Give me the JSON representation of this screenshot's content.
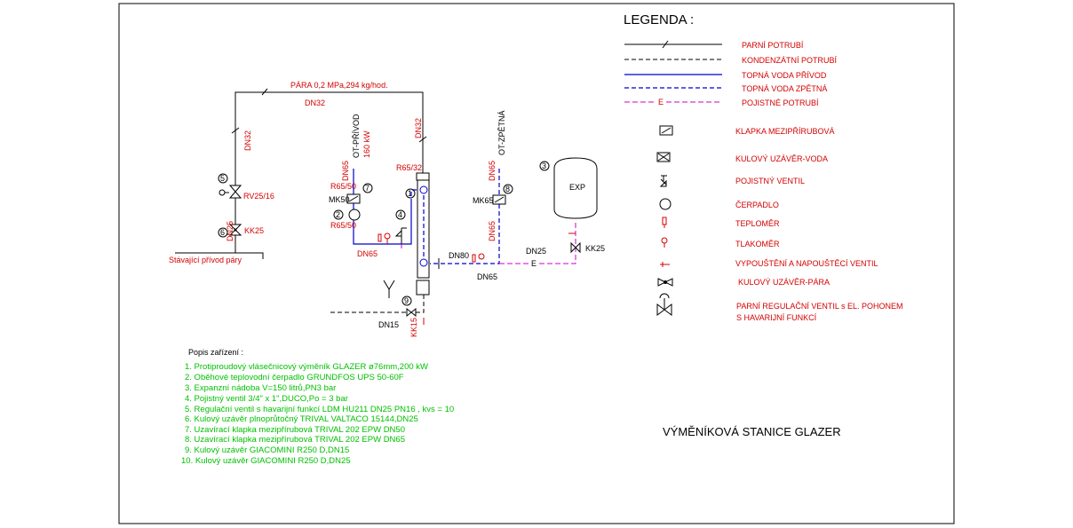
{
  "legend": {
    "title": "LEGENDA :",
    "lines": [
      {
        "label": "PARNÍ POTRUBÍ",
        "style": "steam"
      },
      {
        "label": "KONDENZÁTNÍ POTRUBÍ",
        "style": "condensate"
      },
      {
        "label": "TOPNÁ VODA PŘÍVOD",
        "style": "supply"
      },
      {
        "label": "TOPNÁ VODA ZPĚTNÁ",
        "style": "return"
      },
      {
        "label": "POJISTNÉ POTRUBÍ",
        "style": "safety",
        "marker": "E"
      }
    ],
    "symbols": [
      {
        "icon": "wafer-flap-icon",
        "label": "KLAPKA MEZIPŘÍRUBOVÁ"
      },
      {
        "icon": "ball-valve-water-icon",
        "label": "KULOVÝ UZÁVĚR-VODA"
      },
      {
        "icon": "safety-valve-icon",
        "label": "POJISTNÝ VENTIL"
      },
      {
        "icon": "pump-icon",
        "label": "ČERPADLO"
      },
      {
        "icon": "thermometer-icon",
        "label": "TEPLOMĚR"
      },
      {
        "icon": "pressure-gauge-icon",
        "label": "TLAKOMĚR"
      },
      {
        "icon": "drain-fill-valve-icon",
        "label": "VYPOUŠTĚNÍ A NAPOUŠTĚCÍ VENTIL"
      },
      {
        "icon": "ball-valve-steam-icon",
        "label": "KULOVÝ UZÁVĚR-PÁRA"
      },
      {
        "icon": "regulating-valve-icon",
        "label": "PARNÍ REGULAČNÍ VENTIL s EL. POHONEM",
        "label2": "S HAVARIJNÍ FUNKCÍ"
      }
    ]
  },
  "diagram": {
    "steam_header": "PÁRA 0,2 MPa,294 kg/hod.",
    "dn32_top": "DN32",
    "dn32_left": "DN32",
    "dn32_right": "DN32",
    "rv": "RV25/16",
    "kk25_left": "KK25",
    "dn25_left": "DN25",
    "existing_steam": "Stávající přívod páry",
    "ot_supply": "OT-PŘÍVOD",
    "power": "160 kW",
    "dn65_supply": "DN65",
    "r65_50_top": "R65/50",
    "mk50": "MK50",
    "r65_50_bot": "R65/50",
    "dn65_bottom": "DN65",
    "r65_32": "R65/32",
    "ot_return": "OT-ZPĚTNÁ",
    "dn65_ret_top": "DN65",
    "mk65": "MK65",
    "dn65_ret_mid": "DN65",
    "dn80": "DN80",
    "dn65_ret_bottom": "DN65",
    "dn25_exp": "DN25",
    "e_marker": "E",
    "exp": "EXP",
    "kk25_exp": "KK25",
    "dn15": "DN15",
    "kk15": "KK15",
    "numbers": [
      "1",
      "2",
      "3",
      "4",
      "5",
      "6",
      "7",
      "8",
      "9"
    ],
    "title": "VÝMĚNÍKOVÁ STANICE GLAZER"
  },
  "equipment": {
    "heading": "Popis zařízení :",
    "items": [
      "1.  Protiproudový vlásečnicový výměník GLAZER ø76mm,200 kW",
      "2.  Oběhové teplovodní čerpadlo GRUNDFOS UPS 50-60F",
      "3.  Expanzní nádoba V=150 litrů,PN3 bar",
      "4.  Pojistný ventil 3/4\" x 1\",DUCO,Po = 3 bar",
      "5.  Regulační ventil s havarijní funkcí LDM HU211 DN25 PN16 , kvs = 10",
      "6.  Kulový uzávěr plnoprůtočný TRIVAL VALTACO 15144,DN25",
      "7.  Uzavírací klapka mezipřírubová TRIVAL 202 EPW DN50",
      "8.  Uzavírací klapka mezipřírubová TRIVAL 202 EPW DN65",
      "9.  Kulový uzávěr GIACOMINI R250 D,DN15",
      "10. Kulový uzávěr GIACOMINI R250 D,DN25"
    ]
  },
  "colors": {
    "frame": "#000000",
    "label": "#d40000",
    "equipment": "#00c000",
    "supply": "#0000cc",
    "safety": "#cc00cc"
  }
}
